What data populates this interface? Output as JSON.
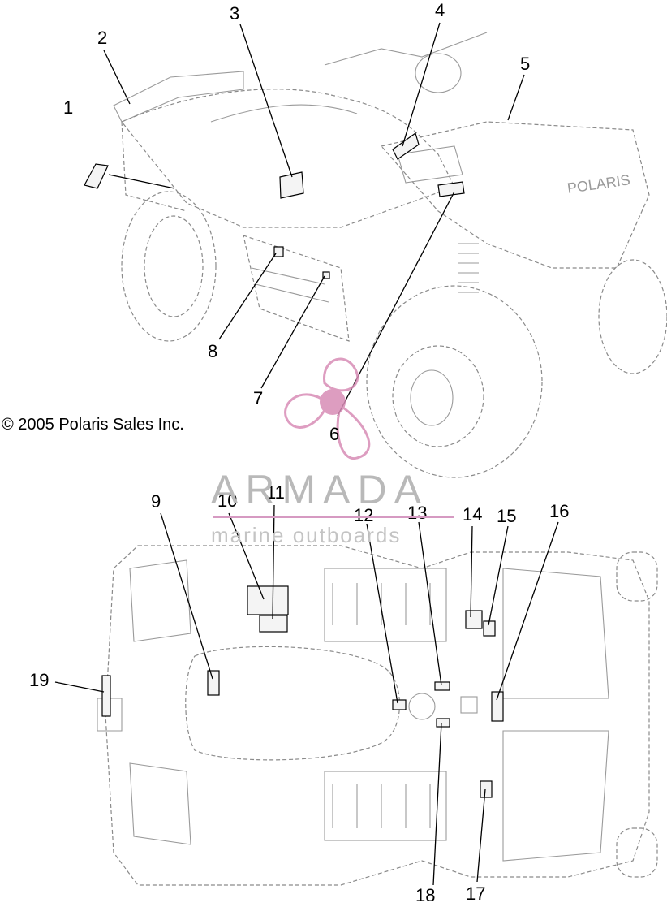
{
  "copyright": "© 2005 Polaris Sales Inc.",
  "watermark": {
    "word": "ARMADA",
    "tagline": "marine outboards",
    "color": "#d88cb6"
  },
  "callouts": [
    "1",
    "2",
    "3",
    "4",
    "5",
    "6",
    "7",
    "8",
    "9",
    "10",
    "11",
    "12",
    "13",
    "14",
    "15",
    "16",
    "17",
    "18",
    "19"
  ],
  "fender_text": "POLARIS"
}
